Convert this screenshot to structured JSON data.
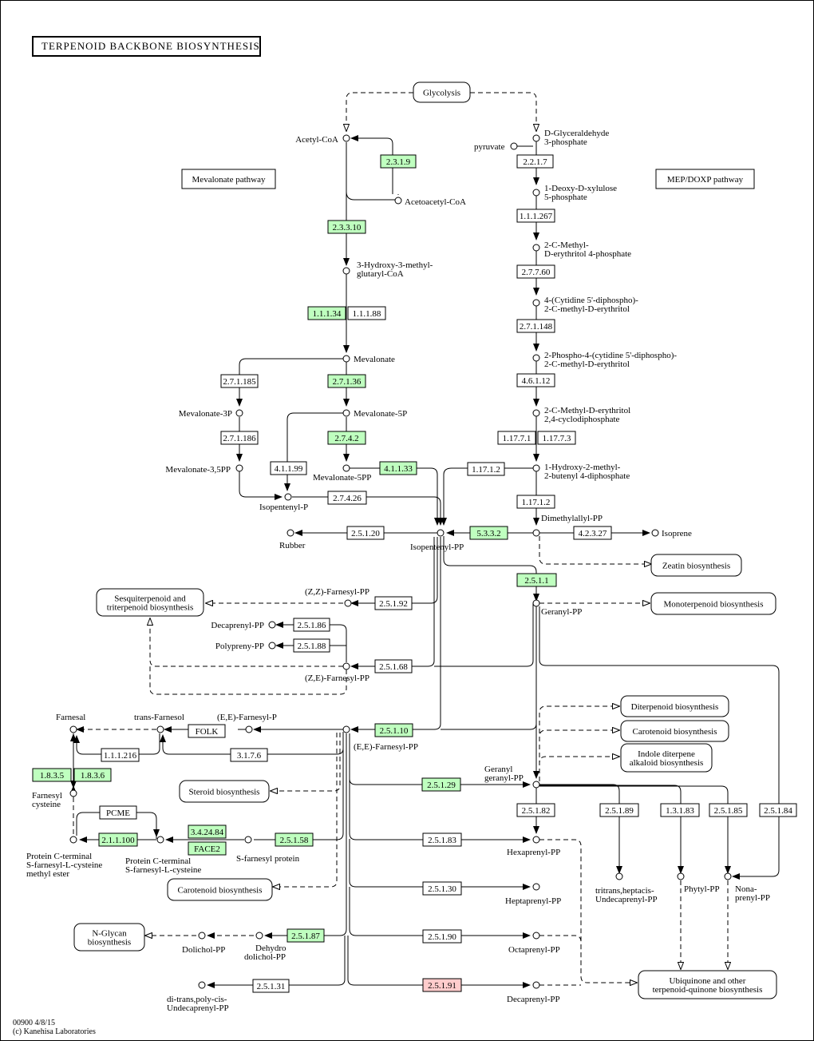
{
  "title": "TERPENOID BACKBONE BIOSYNTHESIS",
  "footer": {
    "line1": "00900 4/8/15",
    "line2": "(c) Kanehisa Laboratories"
  },
  "colors": {
    "highlight": "#bfffbf",
    "alert": "#ffcccc",
    "line": "#000000"
  },
  "pathway_boxes": {
    "glycolysis": "Glycolysis",
    "mevalonate": "Mevalonate pathway",
    "mep": "MEP/DOXP pathway",
    "zeatin": "Zeatin biosynthesis",
    "monoterpenoid": "Monoterpenoid biosynthesis",
    "sesqui1": "Sesquiterpenoid and",
    "sesqui2": "triterpenoid biosynthesis",
    "diterpenoid": "Diterpenoid biosynthesis",
    "carotenoid1": "Carotenoid biosynthesis",
    "indole1": "Indole diterpene",
    "indole2": "alkaloid biosynthesis",
    "steroid": "Steroid biosynthesis",
    "carotenoid2": "Carotenoid biosynthesis",
    "nglycan1": "N-Glycan",
    "nglycan2": "biosynthesis",
    "ubiquinone1": "Ubiquinone and other",
    "ubiquinone2": "terpenoid-quinone biosynthesis"
  },
  "enzymes": {
    "e2319": "2.3.1.9",
    "e23310": "2.3.3.10",
    "e11134": "1.1.1.34",
    "e11188": "1.1.1.88",
    "e271185": "2.7.1.185",
    "e27136": "2.7.1.36",
    "e271186": "2.7.1.186",
    "e2742": "2.7.4.2",
    "e41199": "4.1.1.99",
    "e41133": "4.1.1.33",
    "e27426": "2.7.4.26",
    "e2217": "2.2.1.7",
    "e111267": "1.1.1.267",
    "e27760": "2.7.7.60",
    "e271148": "2.7.1.148",
    "e46112": "4.6.1.12",
    "e11771": "1.17.7.1",
    "e11773": "1.17.7.3",
    "e11712": "1.17.1.2",
    "e11712b": "1.17.1.2",
    "e25120": "2.5.1.20",
    "e5332": "5.3.3.2",
    "e42327": "4.2.3.27",
    "e2511": "2.5.1.1",
    "e25192": "2.5.1.92",
    "e25186": "2.5.1.86",
    "e25188": "2.5.1.88",
    "e25168": "2.5.1.68",
    "e25110": "2.5.1.10",
    "e111216": "1.1.1.216",
    "e3176": "3.1.7.6",
    "e1835": "1.8.3.5",
    "e1836": "1.8.3.6",
    "folk": "FOLK",
    "pcme": "PCME",
    "e211100": "2.1.1.100",
    "e342484": "3.4.24.84",
    "face2": "FACE2",
    "e25158": "2.5.1.58",
    "e25129": "2.5.1.29",
    "e25182": "2.5.1.82",
    "e25189": "2.5.1.89",
    "e13183": "1.3.1.83",
    "e25185": "2.5.1.85",
    "e25184": "2.5.1.84",
    "e25183": "2.5.1.83",
    "e25130": "2.5.1.30",
    "e25187": "2.5.1.87",
    "e25190": "2.5.1.90",
    "e25191": "2.5.1.91",
    "e25131": "2.5.1.31"
  },
  "compounds": {
    "acetylcoa": "Acetyl-CoA",
    "acetoacetylcoa": "Acetoacetyl-CoA",
    "hmgcoa1": "3-Hydroxy-3-methyl-",
    "hmgcoa2": "glutaryl-CoA",
    "mevalonate": "Mevalonate",
    "mev3p": "Mevalonate-3P",
    "mev5p": "Mevalonate-5P",
    "mev35pp": "Mevalonate-3,5PP",
    "mev5pp": "Mevalonate-5PP",
    "ip": "Isopentenyl-P",
    "ipp": "Isopentenyl-PP",
    "gap1": "D-Glyceraldehyde",
    "gap2": "3-phosphate",
    "pyruvate": "pyruvate",
    "dxp1": "1-Deoxy-D-xylulose",
    "dxp2": "5-phosphate",
    "mep1": "2-C-Methyl-",
    "mep2": "D-erythritol 4-phosphate",
    "cdpme1": "4-(Cytidine 5'-diphospho)-",
    "cdpme2": "2-C-methyl-D-erythritol",
    "cdpmep1": "2-Phospho-4-(cytidine 5'-diphospho)-",
    "cdpmep2": "2-C-methyl-D-erythritol",
    "mecpp1": "2-C-Methyl-D-erythritol",
    "mecpp2": "2,4-cyclodiphosphate",
    "hmbpp1": "1-Hydroxy-2-methyl-",
    "hmbpp2": "2-butenyl 4-diphosphate",
    "dmapp": "Dimethylallyl-PP",
    "isoprene": "Isoprene",
    "rubber": "Rubber",
    "gpp": "Geranyl-PP",
    "zzfpp": "(Z,Z)-Farnesyl-PP",
    "decaprenylpp1": "Decaprenyl-PP",
    "polypreny": "Polypreny-PP",
    "zefpp": "(Z,E)-Farnesyl-PP",
    "eefpp": "(E,E)-Farnesyl-PP",
    "eefp": "(E,E)-Farnesyl-P",
    "transfarnesol": "trans-Farnesol",
    "farnesal": "Farnesal",
    "farnesylcys1": "Farnesyl",
    "farnesylcys2": "cysteine",
    "pcme1": "Protein C-terminal",
    "pcme2": "S-farnesyl-L-cysteine",
    "pcme3": "methyl ester",
    "pcsf1": "Protein C-terminal",
    "pcsf2": "S-farnesyl-L-cysteine",
    "sfarnesylprotein": "S-farnesyl protein",
    "ggpp1": "Geranyl",
    "ggpp2": "geranyl-PP",
    "hexaprenyl": "Hexaprenyl-PP",
    "tritrans1": "tritrans,heptacis-",
    "tritrans2": "Undecaprenyl-PP",
    "phytyl": "Phytyl-PP",
    "nona1": "Nona-",
    "nona2": "prenyl-PP",
    "heptaprenyl": "Heptaprenyl-PP",
    "dolichol": "Dolichol-PP",
    "dehydro1": "Dehydro",
    "dehydro2": "dolichol-PP",
    "octaprenyl": "Octaprenyl-PP",
    "decaprenylpp2": "Decaprenyl-PP",
    "ditrans1": "di-trans,poly-cis-",
    "ditrans2": "Undecaprenyl-PP"
  }
}
